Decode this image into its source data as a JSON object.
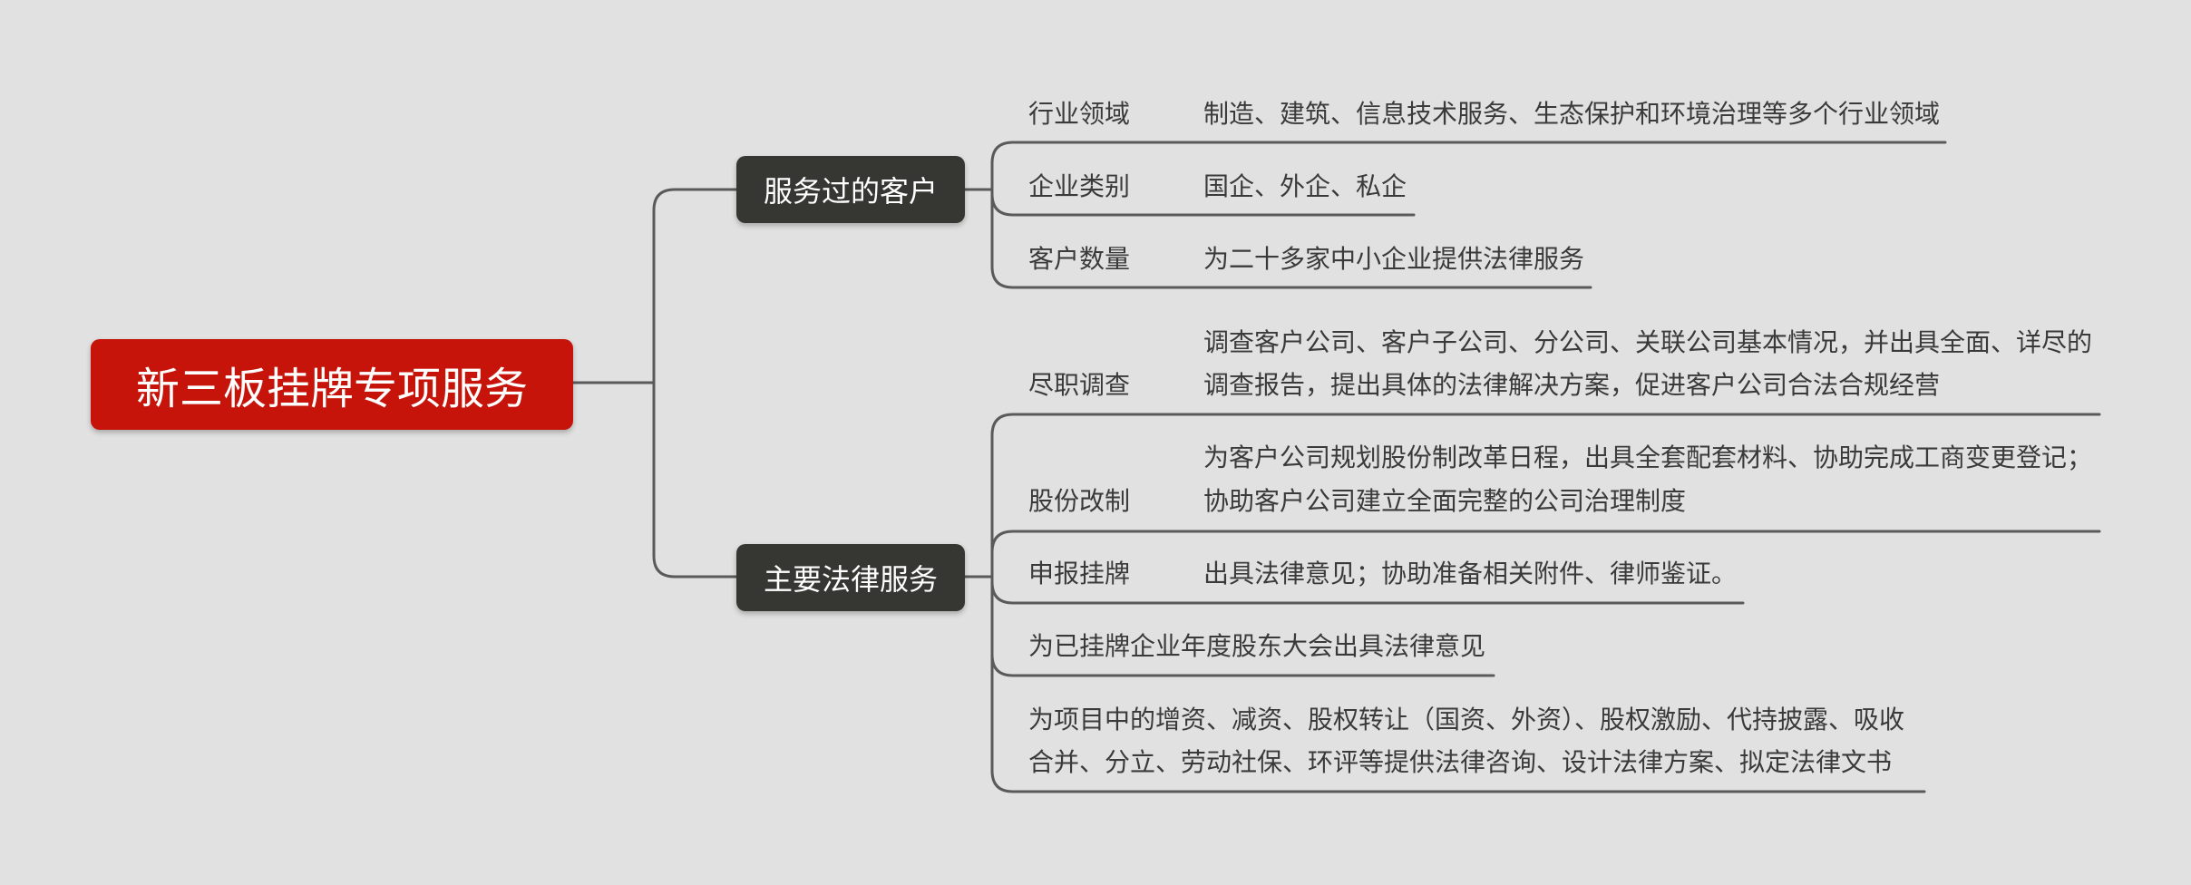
{
  "root": {
    "label": "新三板挂牌专项服务"
  },
  "branches": [
    {
      "label": "服务过的客户",
      "items": [
        {
          "label": "行业领域",
          "detail": [
            "制造、建筑、信息技术服务、生态保护和环境治理等多个行业领域"
          ]
        },
        {
          "label": "企业类别",
          "detail": [
            "国企、外企、私企"
          ]
        },
        {
          "label": "客户数量",
          "detail": [
            "为二十多家中小企业提供法律服务"
          ]
        }
      ]
    },
    {
      "label": "主要法律服务",
      "items": [
        {
          "label": "尽职调查",
          "detail": [
            "调查客户公司、客户子公司、分公司、关联公司基本情况，并出具全面、详尽的",
            "调查报告，提出具体的法律解决方案，促进客户公司合法合规经营"
          ]
        },
        {
          "label": "股份改制",
          "detail": [
            "为客户公司规划股份制改革日程，出具全套配套材料、协助完成工商变更登记；",
            "协助客户公司建立全面完整的公司治理制度"
          ]
        },
        {
          "label": "申报挂牌",
          "detail": [
            "出具法律意见；协助准备相关附件、律师鉴证。"
          ]
        },
        {
          "label": "为已挂牌企业年度股东大会出具法律意见",
          "detail": []
        },
        {
          "label": "为项目中的增资、减资、股权转让（国资、外资）、股权激励、代持披露、吸收合并、分立、劳动社保、环评等提供法律咨询、设计法律方案、拟定法律文书",
          "lines": [
            "为项目中的增资、减资、股权转让（国资、外资）、股权激励、代持披露、吸收",
            "合并、分立、劳动社保、环评等提供法律咨询、设计法律方案、拟定法律文书"
          ],
          "detail": []
        }
      ]
    }
  ],
  "colors": {
    "background": "#e1e1e1",
    "root_fill": "#c7140a",
    "branch_fill": "#363632",
    "line": "#5a5a5a",
    "text": "#3a3a3a"
  }
}
